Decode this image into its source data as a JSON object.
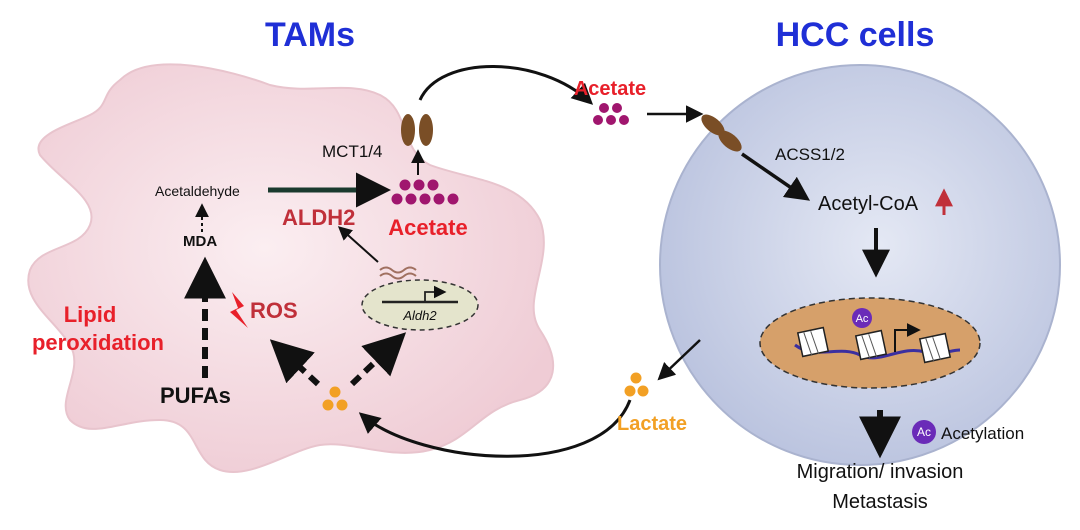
{
  "titles": {
    "left": "TAMs",
    "right": "HCC cells"
  },
  "tam": {
    "acetaldehyde": "Acetaldehyde",
    "mda": "MDA",
    "lipid_line1": "Lipid",
    "lipid_line2": "peroxidation",
    "pufas": "PUFAs",
    "ros": "ROS",
    "aldh2_enzyme": "ALDH2",
    "aldh2_gene": "Aldh2",
    "acetate": "Acetate",
    "mct": "MCT1/4"
  },
  "extracellular": {
    "acetate": "Acetate",
    "lactate": "Lactate"
  },
  "hcc": {
    "acss": "ACSS1/2",
    "acetyl_coa": "Acetyl-CoA",
    "ac_mark": "Ac"
  },
  "outcome": {
    "line1": "Migration/ invasion",
    "line2": "Metastasis"
  },
  "legend": {
    "badge": "Ac",
    "label": "Acetylation"
  },
  "colors": {
    "title_blue": "#1f2fd6",
    "label_red": "#e8202a",
    "dark_red": "#c0303a",
    "acetate_purple": "#a0166e",
    "lactate_orange": "#f2a024",
    "cell_fill": "#f6dde3",
    "hcc_fill": "#c9d0e6",
    "nucleus_fill": "#d6a06a",
    "arrow_dark": "#1a3a2e"
  }
}
